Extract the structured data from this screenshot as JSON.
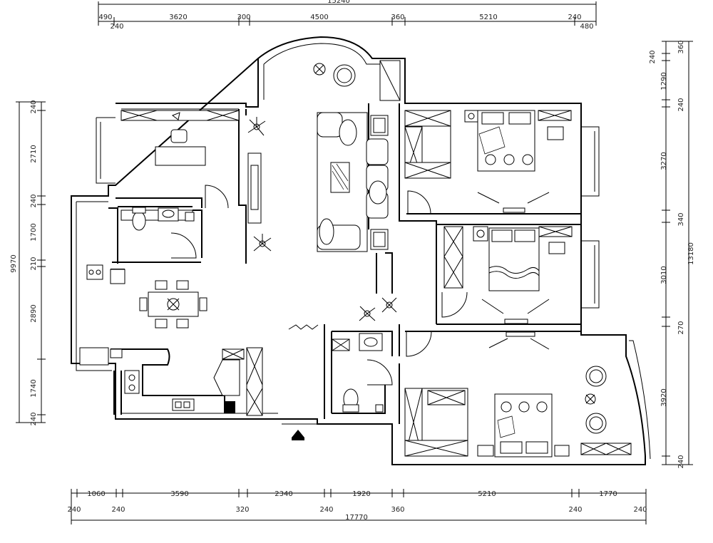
{
  "dimensions": {
    "top_total": "15240",
    "top_row1": [
      "490",
      "3620",
      "300",
      "4500",
      "360",
      "5210",
      "240"
    ],
    "top_row2": [
      "240",
      "480"
    ],
    "bottom_row1": [
      "1060",
      "3590",
      "2340",
      "1920",
      "5210",
      "1770"
    ],
    "bottom_row2": [
      "240",
      "240",
      "320",
      "240",
      "360",
      "240",
      "240"
    ],
    "bottom_total": "17770",
    "left_segments": [
      "240",
      "2710",
      "240",
      "1700",
      "210",
      "2890",
      "1740",
      "240"
    ],
    "left_total": "9970",
    "right_segments": [
      "360",
      "240",
      "1290",
      "240",
      "3270",
      "340",
      "3010",
      "270",
      "3920",
      "240"
    ],
    "right_total": "13180"
  },
  "legend": {
    "entrance_marker": "entrance-arrow"
  }
}
